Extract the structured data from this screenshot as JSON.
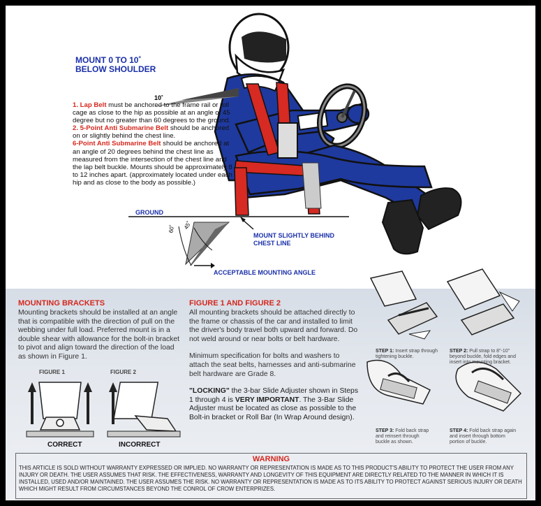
{
  "title_block": {
    "heading_line1": "MOUNT 0 TO 10˚",
    "heading_line2": "BELOW SHOULDER",
    "angle_10": "10˚"
  },
  "belt_notes": {
    "lap_label": "1. Lap Belt",
    "lap_text": " must be anchored to the frame rail or roll cage as close to the hip as possible at an angle of 45 degree but no greater than 60 degrees to the ground.",
    "five_label": "2. 5-Point Anti Submarine Belt",
    "five_text": " should be anchored on or slightly behind the chest line.",
    "six_label": "6-Point Anti Submarine Belt",
    "six_text": " should be anchored at an angle of 20 degrees behind the chest line as measured from the intersection of the chest line and the lap belt buckle. Mounts should be approximately 8 to 12 inches apart. (approximately located under each hip and as close to the body as possible.)"
  },
  "diagram_labels": {
    "ground": "GROUND",
    "mount_behind_1": "MOUNT SLIGHTLY BEHIND",
    "mount_behind_2": "CHEST LINE",
    "angle_60": "60˚",
    "angle_45": "45˚",
    "acceptable": "ACCEPTABLE MOUNTING ANGLE"
  },
  "mounting_brackets": {
    "title": "MOUNTING BRACKETS",
    "text": "Mounting brackets should be installed at an angle that is compatible with the direction of pull on the webbing under full load. Preferred mount is in a double shear with allowance for the bolt-in bracket to pivot and align toward the direction of the load as shown in Figure 1.",
    "figure1": "FIGURE 1",
    "figure2": "FIGURE 2",
    "correct": "CORRECT",
    "incorrect": "INCORRECT"
  },
  "figure_section": {
    "title": "FIGURE 1 AND FIGURE 2",
    "para1": "All mounting brackets should be attached directly to the frame or chassis of the car and installed to limit the driver's body travel both upward and forward. Do not weld around or near bolts or belt hardware.",
    "para2": "Minimum specification for bolts and washers to attach the seat belts, harnesses and anti-submarine belt hardware are Grade 8.",
    "locking_label": "\"LOCKING\"",
    "locking_text_a": " the 3-bar Slide Adjuster shown in Steps 1 through 4 is ",
    "very_important": "VERY IMPORTANT",
    "locking_text_b": ". The 3-Bar Slide Adjuster must be located as close as possible to the Bolt-in bracket or Roll Bar (In Wrap Around design)."
  },
  "steps": {
    "step1_label": "STEP 1:",
    "step1_text": " Insert strap through tightening buckle.",
    "step2_label": "STEP 2:",
    "step2_text": " Pull strap to 8\"-10\" beyond buckle, fold edges and insert into mounting bracket.",
    "step3_label": "STEP 3:",
    "step3_text": " Fold back strap and reinsert through buckle as shown.",
    "step4_label": "STEP 4:",
    "step4_text": " Fold back strap again and insert through bottom portion of buckle."
  },
  "warning": {
    "title": "WARNING",
    "text": "THIS ARTICLE IS SOLD WITHOUT WARRANTY EXPRESSED OR IMPLIED. NO WARRANTY OR REPRESENTATION IS MADE AS TO THIS PRODUCT'S ABILITY TO PROTECT THE USER FROM ANY INJURY OR DEATH. THE USER ASSUMES THAT RISK. THE EFFECTIVENESS, WARRANTY AND LONGEVITY OF THIS EQUIPMENT ARE DIRECTLY RELATED TO THE MANNER IN WHICH IT IS INSTALLED, USED AND/OR MAINTAINED. THE USER ASSUMES THE RISK. NO WARRANTY OR REPRESENTATION IS MADE AS TO ITS ABILITY TO PROTECT AGAINST SERIOUS INJURY OR DEATH WHICH MIGHT RESULT FROM CIRCUMSTANCES BEYOND THE CONROL OF CROW ENTERPRIZES."
  },
  "colors": {
    "suit_blue": "#1f3a9e",
    "harness_red": "#d62a22",
    "label_blue": "#1a2fa8",
    "title_red": "#d4281e"
  }
}
